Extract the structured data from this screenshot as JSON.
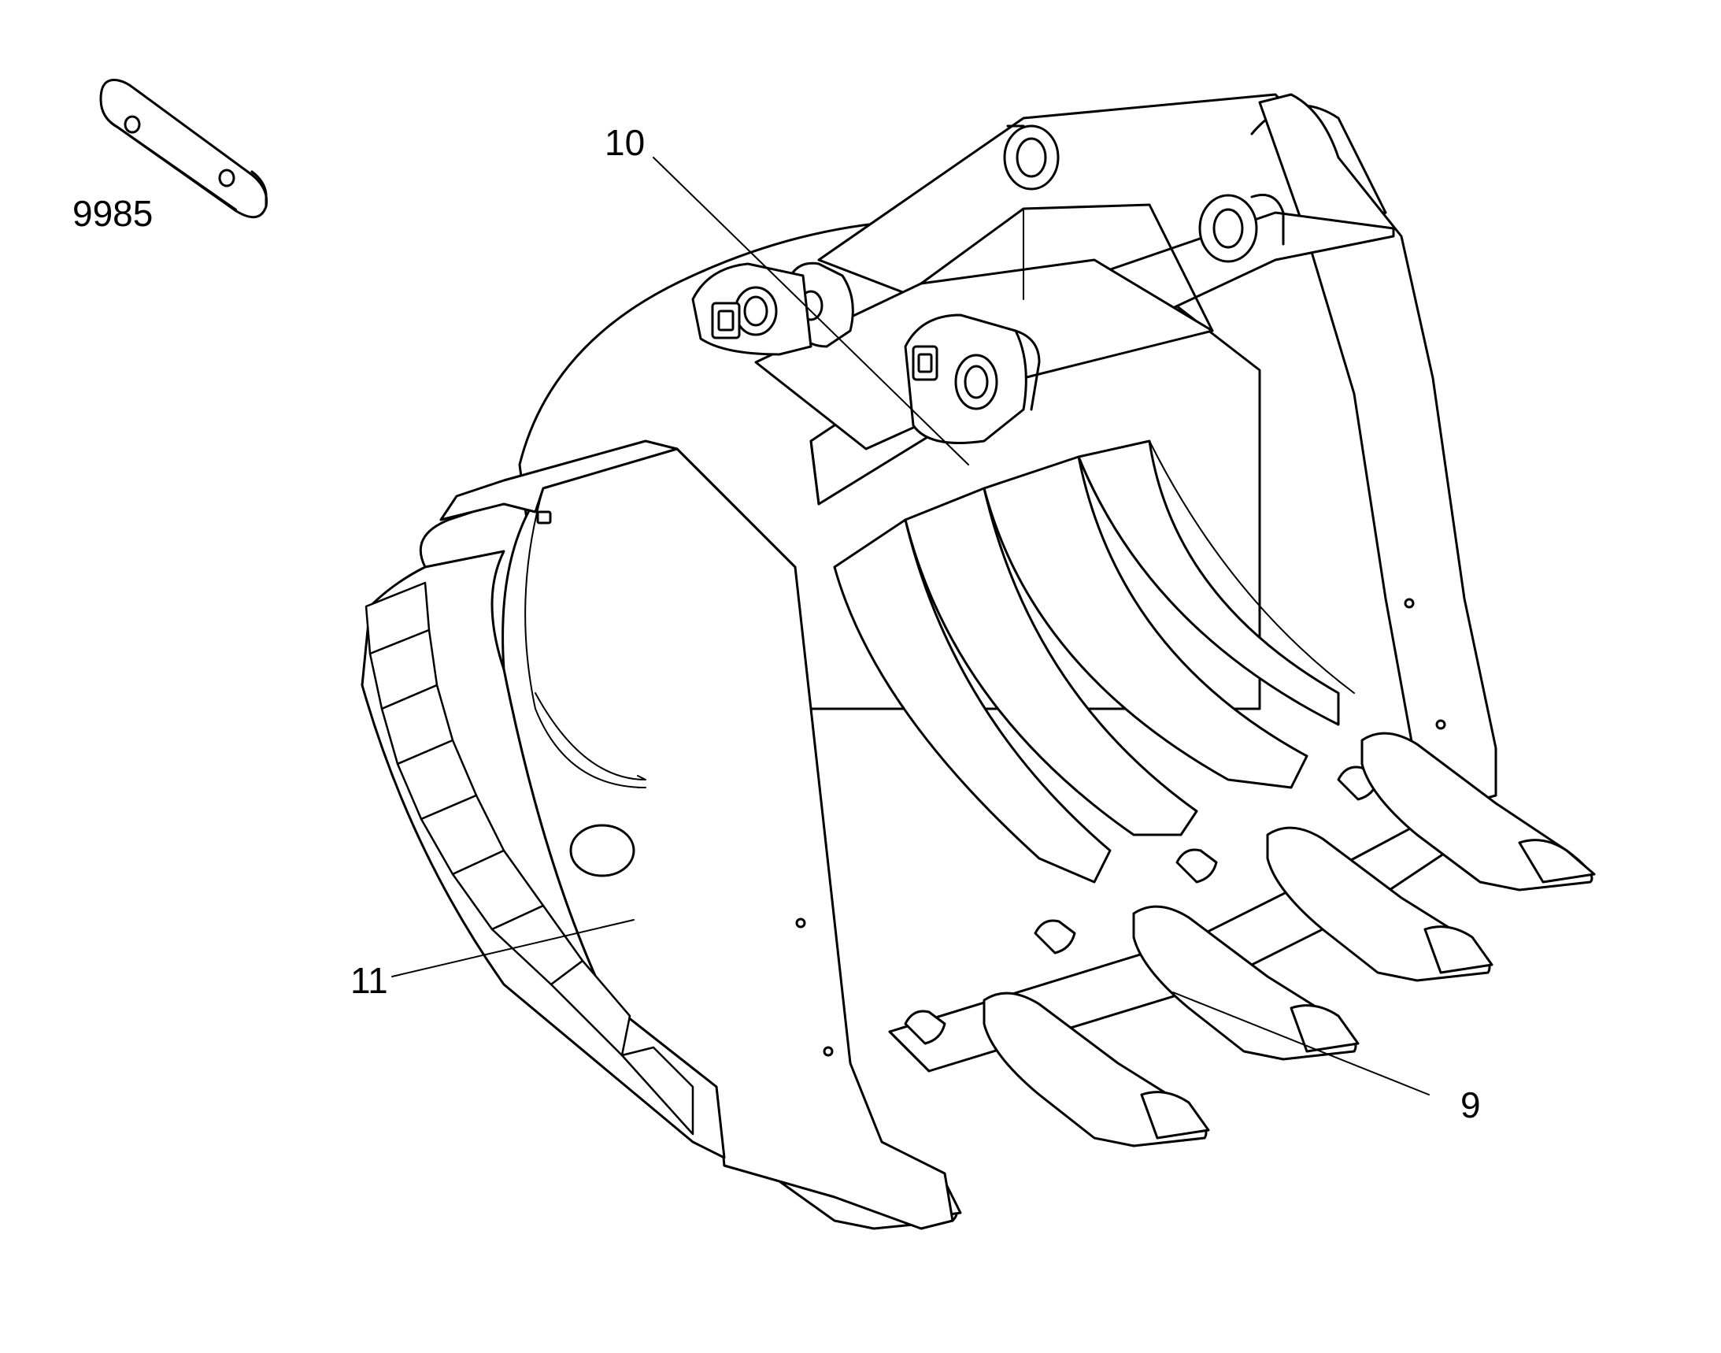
{
  "callouts": {
    "part_9985": "9985",
    "part_10": "10",
    "part_11": "11",
    "part_9": "9"
  },
  "colors": {
    "line": "#000000",
    "fill": "#ffffff",
    "background": "#ffffff"
  }
}
